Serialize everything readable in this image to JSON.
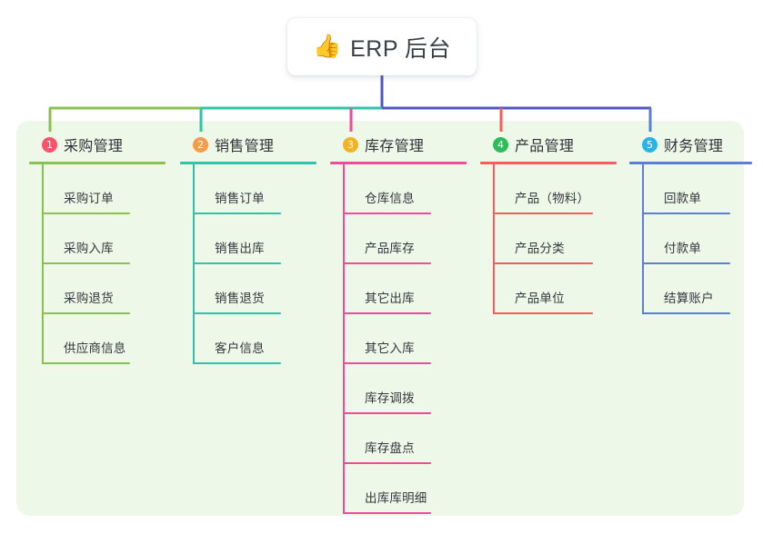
{
  "root": {
    "icon": "thumbs-up-icon",
    "icon_glyph": "👍",
    "title": "ERP 后台"
  },
  "palette": {
    "canvas_background": "#ffffff",
    "panel_background": "#eef8e9",
    "root_stem": "#5157bd",
    "text": "#33383d"
  },
  "branches": [
    {
      "number": "1",
      "title": "采购管理",
      "badge_color": "#f8536b",
      "line_color": "#8cc152",
      "children": [
        {
          "label": "采购订单"
        },
        {
          "label": "采购入库"
        },
        {
          "label": "采购退货"
        },
        {
          "label": "供应商信息"
        }
      ]
    },
    {
      "number": "2",
      "title": "销售管理",
      "badge_color": "#f39c4a",
      "line_color": "#2fc4a8",
      "children": [
        {
          "label": "销售订单"
        },
        {
          "label": "销售出库"
        },
        {
          "label": "销售退货"
        },
        {
          "label": "客户信息"
        }
      ]
    },
    {
      "number": "3",
      "title": "库存管理",
      "badge_color": "#f5b322",
      "line_color": "#ef4b9b",
      "children": [
        {
          "label": "仓库信息"
        },
        {
          "label": "产品库存"
        },
        {
          "label": "其它出库"
        },
        {
          "label": "其它入库"
        },
        {
          "label": "库存调拨"
        },
        {
          "label": "库存盘点"
        },
        {
          "label": "出库库明细"
        }
      ]
    },
    {
      "number": "4",
      "title": "产品管理",
      "badge_color": "#2cbd5a",
      "line_color": "#f75b5b",
      "children": [
        {
          "label": "产品（物料）"
        },
        {
          "label": "产品分类"
        },
        {
          "label": "产品单位"
        }
      ]
    },
    {
      "number": "5",
      "title": "财务管理",
      "badge_color": "#29b4e8",
      "line_color": "#5a7fd4",
      "children": [
        {
          "label": "回款单"
        },
        {
          "label": "付款单"
        },
        {
          "label": "结算账户"
        }
      ]
    }
  ]
}
